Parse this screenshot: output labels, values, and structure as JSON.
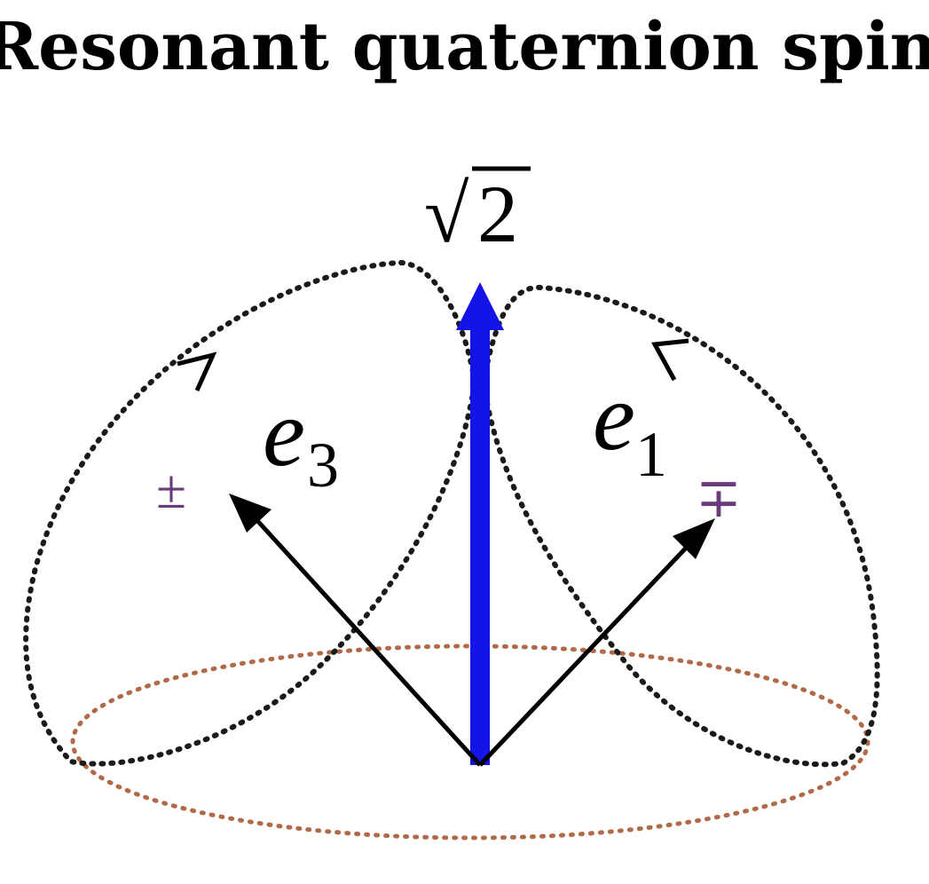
{
  "title": "Resonant quaternion spin.",
  "labels": {
    "top_sqrt_symbol": "√",
    "top_value": "2",
    "left_vector": "e",
    "left_subscript": "3",
    "right_vector": "e",
    "right_subscript": "1",
    "left_sign": "±",
    "right_sign": "∓"
  },
  "colors": {
    "title": "#000000",
    "dotted_dome": "#1a1a1a",
    "dotted_equator": "#b06a48",
    "vertical_arrow": "#1414e6",
    "vector_arrows": "#000000",
    "sign_accent": "#6a3a7a"
  }
}
